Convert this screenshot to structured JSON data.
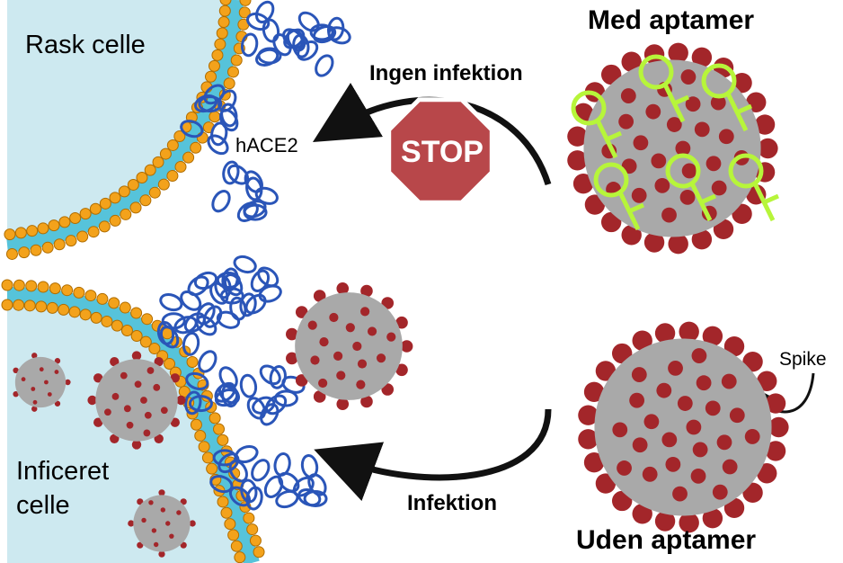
{
  "labels": {
    "healthy_cell": "Rask celle",
    "receptor": "hACE2",
    "no_infection": "Ingen infektion",
    "stop": "STOP",
    "with_aptamer": "Med aptamer",
    "infected_cell_line1": "Inficeret",
    "infected_cell_line2": "celle",
    "infection": "Infektion",
    "without_aptamer": "Uden aptamer",
    "spike": "Spike"
  },
  "colors": {
    "cytoplasm": "#cde9f0",
    "membrane_bead": "#f3a21b",
    "membrane_core": "#56c3da",
    "protein": "#2a55b8",
    "virus_body": "#a9a9a9",
    "virus_spike": "#a3262a",
    "aptamer": "#b7f53a",
    "stop_sign": "#b8474a"
  }
}
